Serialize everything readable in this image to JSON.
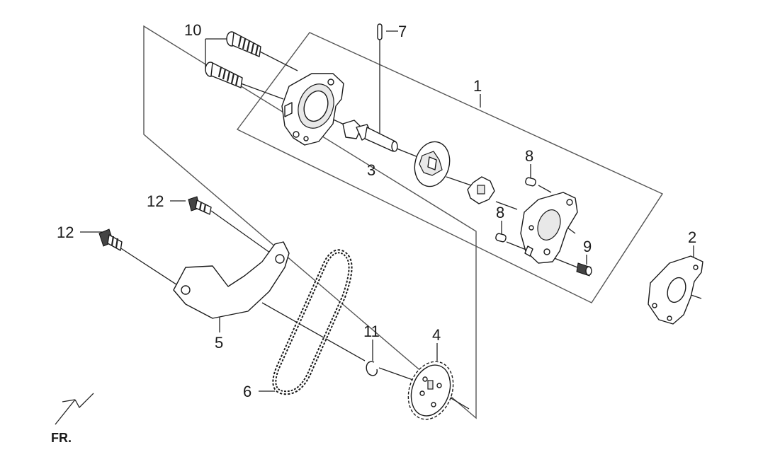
{
  "callouts": {
    "c1": "1",
    "c2": "2",
    "c3": "3",
    "c4": "4",
    "c5": "5",
    "c6": "6",
    "c7": "7",
    "c8a": "8",
    "c8b": "8",
    "c9": "9",
    "c10": "10",
    "c11": "11",
    "c12a": "12",
    "c12b": "12"
  },
  "front_indicator": {
    "label": "FR.",
    "icon": "front-arrow-icon"
  }
}
